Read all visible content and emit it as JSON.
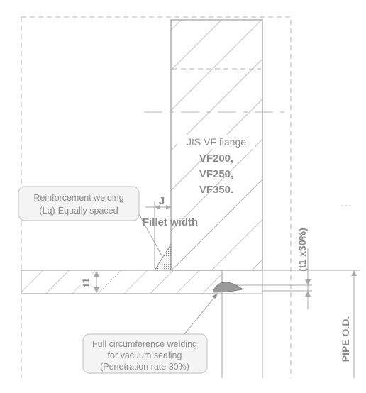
{
  "flange": {
    "title": "JIS VF flange",
    "models": [
      "VF200,",
      "VF250,",
      "VF350."
    ]
  },
  "callouts": {
    "reinforcement": [
      "Reinforcement welding",
      "(Lq)-Equally spaced"
    ],
    "full_circumference": [
      "Full circumference welding",
      "for vacuum sealing",
      "(Penetration rate 30%)"
    ]
  },
  "dimensions": {
    "j": "J",
    "fillet": "Fillet width",
    "t1": "t1",
    "t1_30": "(t1 x30%)",
    "pipe_od": "PIPE O.D."
  },
  "colors": {
    "line": "#a9a9a9",
    "hatch": "#b0b0b0",
    "text": "#8c8c8c",
    "callout_fill": "#f4f4f4",
    "weld": "#9a9a9a"
  }
}
